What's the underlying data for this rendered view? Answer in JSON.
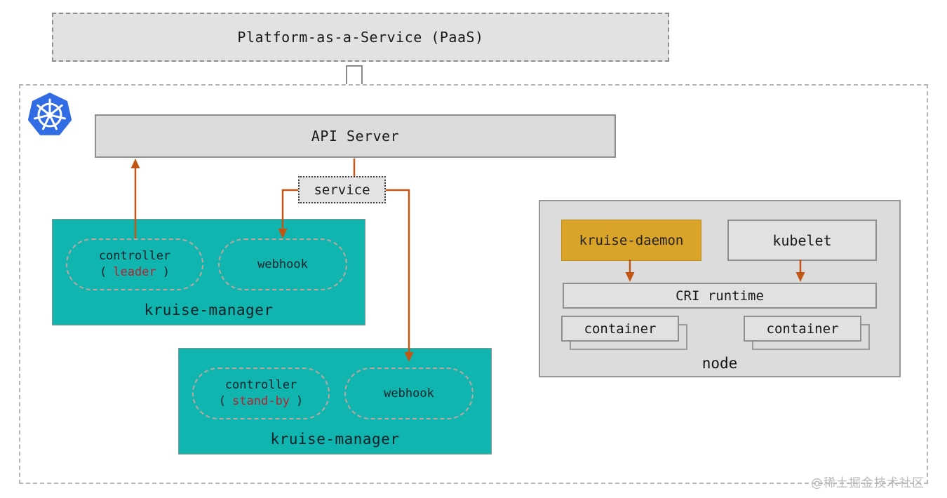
{
  "paas": {
    "label": "Platform-as-a-Service (PaaS)"
  },
  "api_server": {
    "label": "API Server"
  },
  "service": {
    "label": "service"
  },
  "kruise_managers": [
    {
      "name": "kruise-manager",
      "controller_title": "controller",
      "paren_open": "(",
      "role": "leader",
      "paren_close": ")",
      "webhook": "webhook"
    },
    {
      "name": "kruise-manager",
      "controller_title": "controller",
      "paren_open": "(",
      "role": "stand-by",
      "paren_close": ")",
      "webhook": "webhook"
    }
  ],
  "node": {
    "name": "node",
    "kruise_daemon": "kruise-daemon",
    "kubelet": "kubelet",
    "cri_runtime": "CRI runtime",
    "container_left": "container",
    "container_right": "container"
  },
  "watermark": "@稀土掘金技术社区",
  "icons": {
    "kubernetes_logo": "kubernetes-logo",
    "flow_arrow": "hollow-down-arrow"
  },
  "colors": {
    "teal": "#11b5b0",
    "amber": "#d9a428",
    "arrow_orange": "#c25715",
    "role_red": "#b5232e",
    "kubernetes_blue": "#326ce5",
    "box_gray": "#dcdcdc"
  }
}
